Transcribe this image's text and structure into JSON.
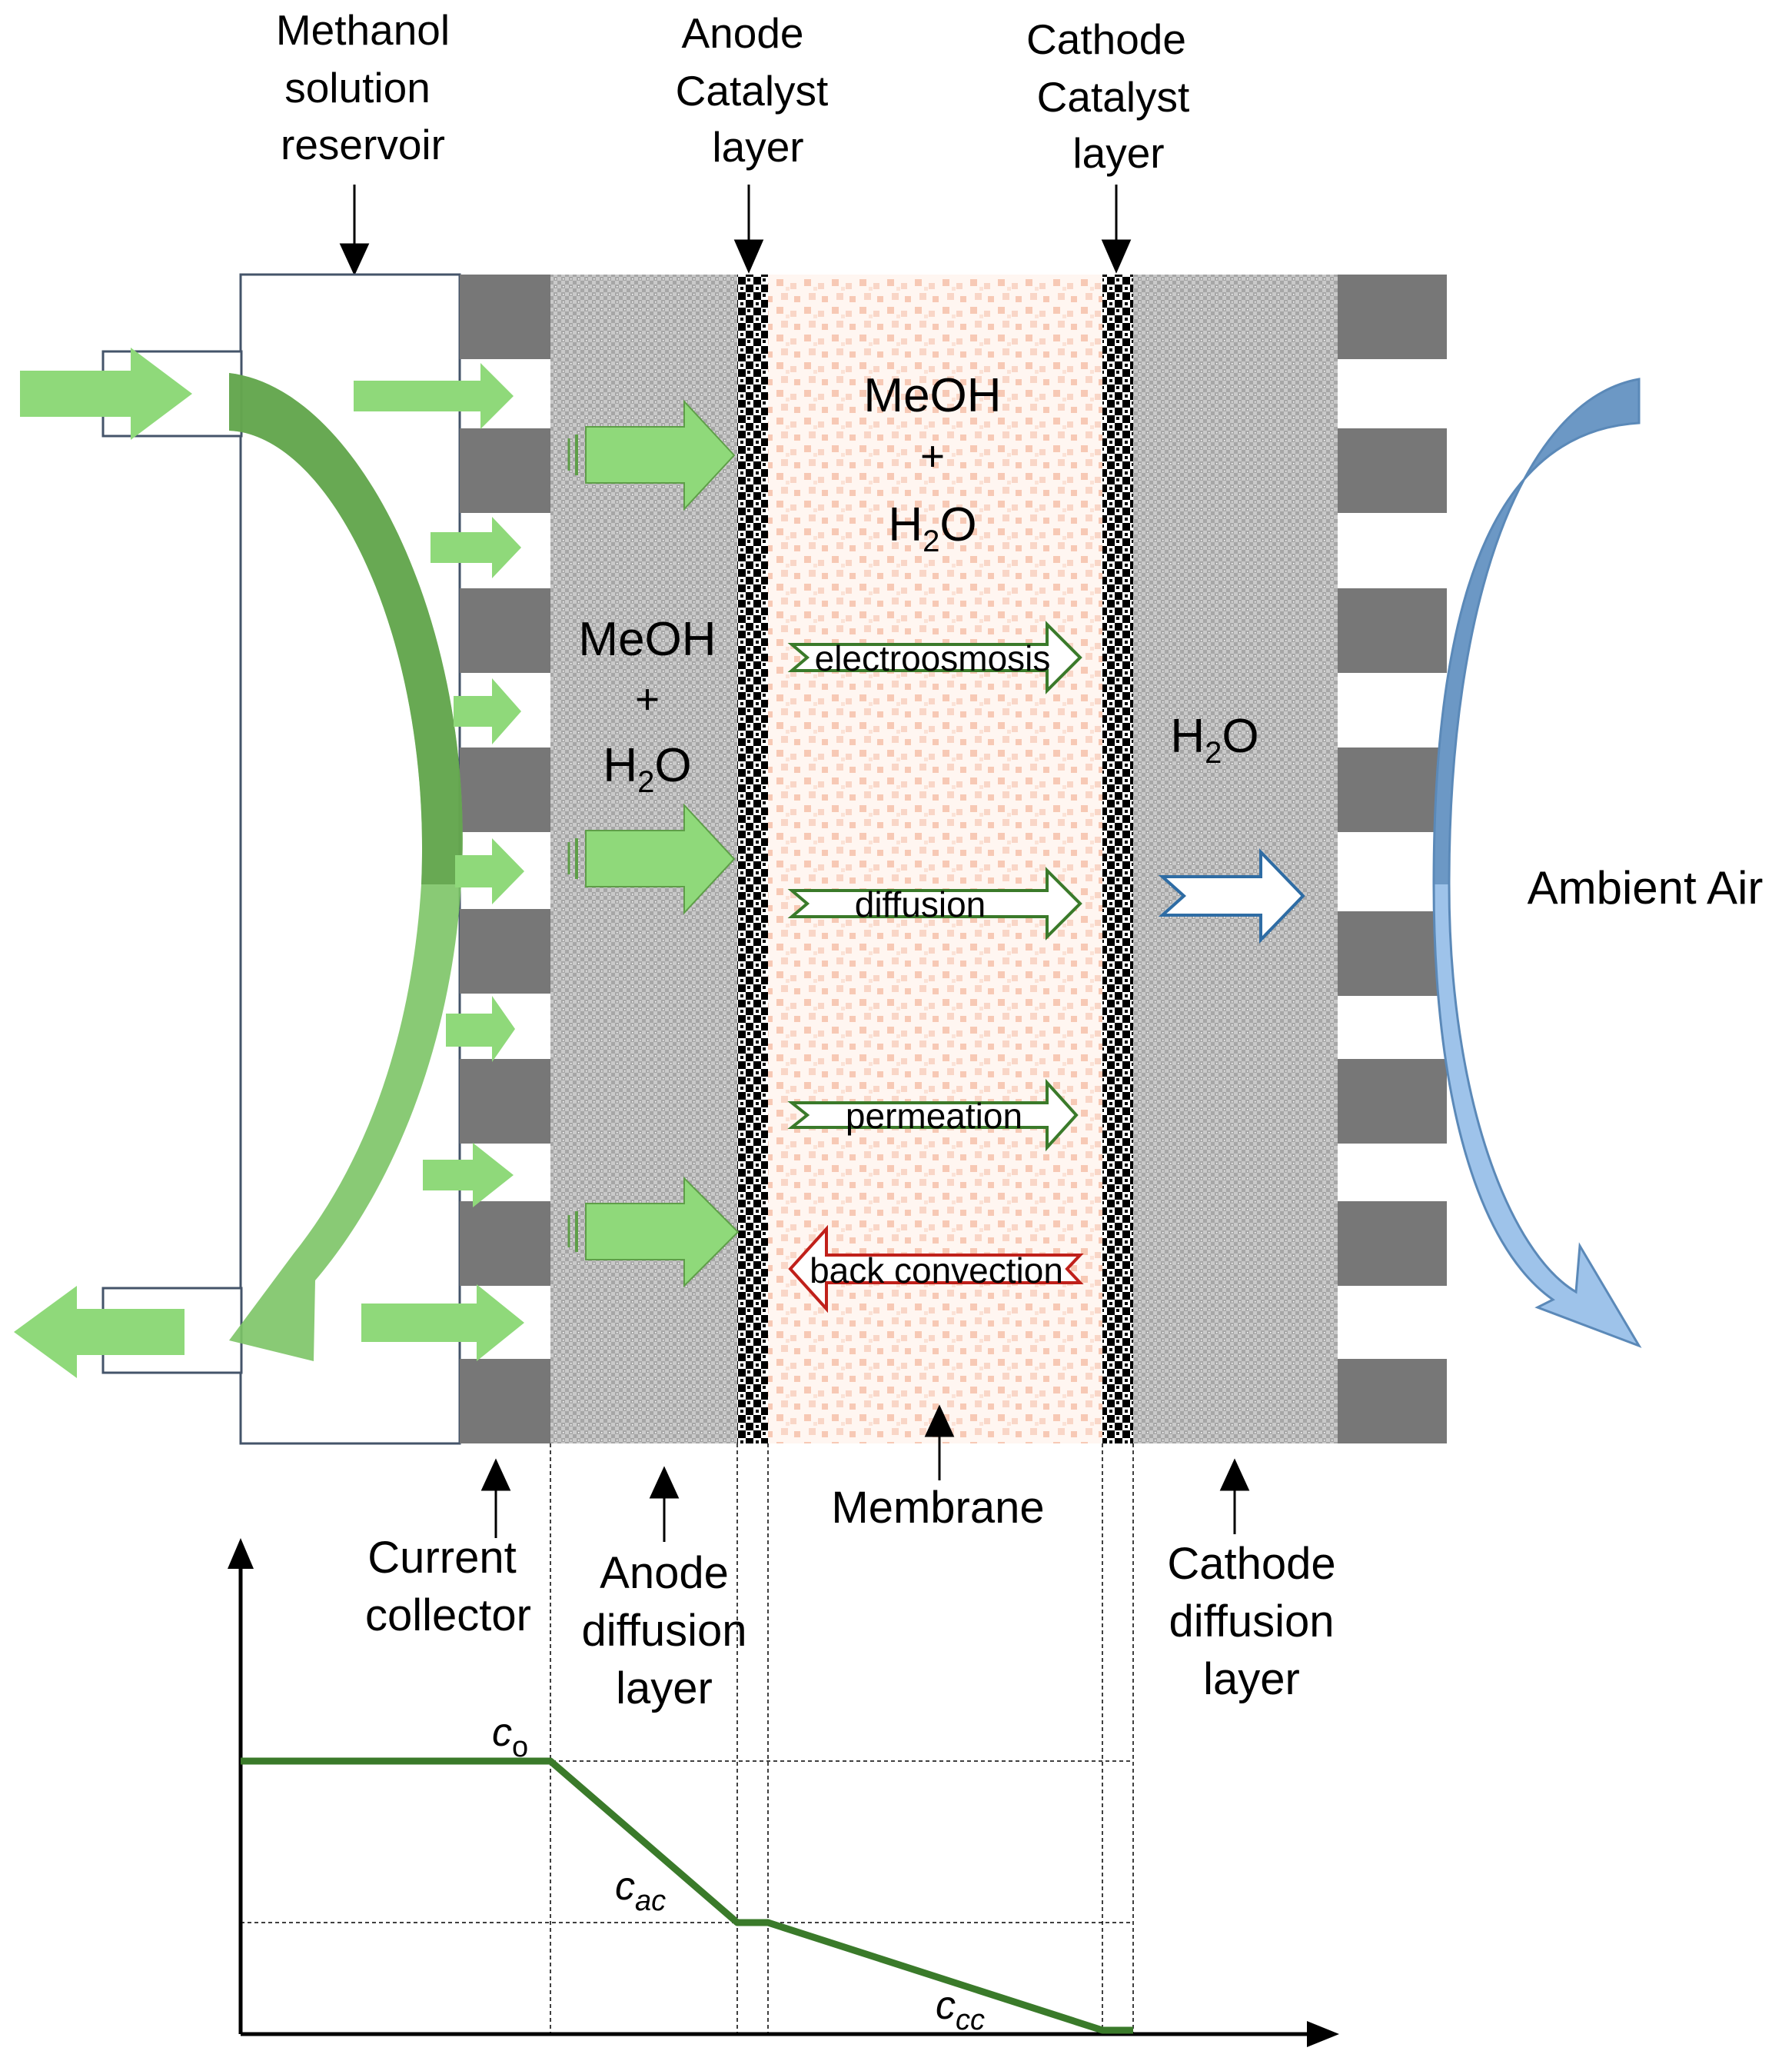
{
  "labels": {
    "reservoir": [
      "Methanol",
      "solution",
      "reservoir"
    ],
    "anode_catalyst": [
      "Anode",
      "Catalyst",
      "layer"
    ],
    "cathode_catalyst": [
      "Cathode",
      "Catalyst",
      "layer"
    ],
    "current_collector": [
      "Current",
      "collector"
    ],
    "anode_diffusion": [
      "Anode",
      "diffusion",
      "layer"
    ],
    "membrane": "Membrane",
    "cathode_diffusion": [
      "Cathode",
      "diffusion",
      "layer"
    ],
    "ambient_air": "Ambient Air"
  },
  "species": {
    "meoh": "MeOH",
    "plus": "+",
    "h2o_h": "H",
    "h2o_sub": "2",
    "h2o_o": "O"
  },
  "transport": {
    "electroosmosis": "electroosmosis",
    "diffusion": "diffusion",
    "permeation": "permeation",
    "back_convection": "back convection"
  },
  "concentrations": {
    "c_o": {
      "main": "c",
      "sub": "o"
    },
    "c_ac": {
      "main": "c",
      "sub": "ac"
    },
    "c_cc": {
      "main": "c",
      "sub": "cc"
    }
  },
  "colors": {
    "green_light": "#8fd97a",
    "green_dark": "#5e9e48",
    "green_line": "#3a7a2a",
    "blue": "#5b89b8",
    "blue_light": "#9ec3ea",
    "red": "#c0201a",
    "collector_gray": "#777777",
    "membrane_pink": "#f7c9b5"
  }
}
